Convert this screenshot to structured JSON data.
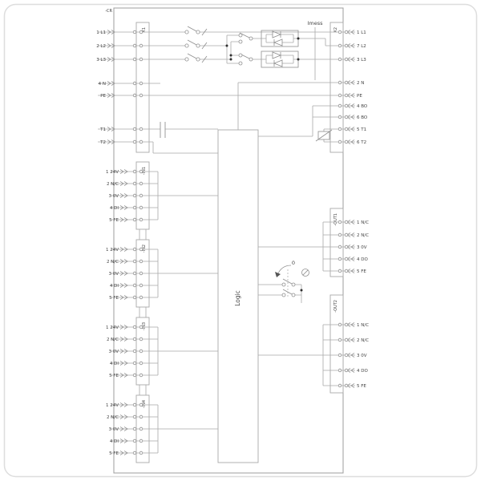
{
  "texts": {
    "cr": "-CR",
    "imess": "Imess",
    "logic": "Logic",
    "switch_zero": "0"
  },
  "blocks": {
    "x1": {
      "label": "X1",
      "pins": [
        "1 L1",
        "2 L2",
        "3 L3",
        "4 N",
        "PE",
        "T1",
        "T2"
      ]
    },
    "x2": {
      "label": "X2",
      "pins": [
        "1 L1",
        "7 L2",
        "3 L3",
        "2 N",
        "PE",
        "4 BO",
        "6 BO",
        "5 T1",
        "6 T2"
      ]
    },
    "in1": {
      "label": "-IN1",
      "pins": [
        "1 24V",
        "2 N/C",
        "3 0V",
        "4 DI",
        "5 FE"
      ]
    },
    "in2": {
      "label": "-IN2",
      "pins": [
        "1 24V",
        "2 N/C",
        "3 0V",
        "4 DI",
        "5 FE"
      ]
    },
    "in3": {
      "label": "-IN3",
      "pins": [
        "1 24V",
        "2 N/C",
        "3 0V",
        "4 DI",
        "5 FE"
      ]
    },
    "in4": {
      "label": "-IN4",
      "pins": [
        "1 24V",
        "2 N/C",
        "3 0V",
        "4 DI",
        "5 FE"
      ]
    },
    "out1": {
      "label": "-OUT1",
      "pins": [
        "1 N/C",
        "2 N/C",
        "3 0V",
        "4 DO",
        "5 FE"
      ]
    },
    "out2": {
      "label": "-OUT2",
      "pins": [
        "1 N/C",
        "2 N/C",
        "3 0V",
        "4 DO",
        "5 FE"
      ]
    }
  },
  "colors": {
    "wire": "#a9a9a9",
    "text": "#444444",
    "junction_dot": "#2e2e2e",
    "page_border": "#dddddd",
    "background": "#ffffff"
  }
}
